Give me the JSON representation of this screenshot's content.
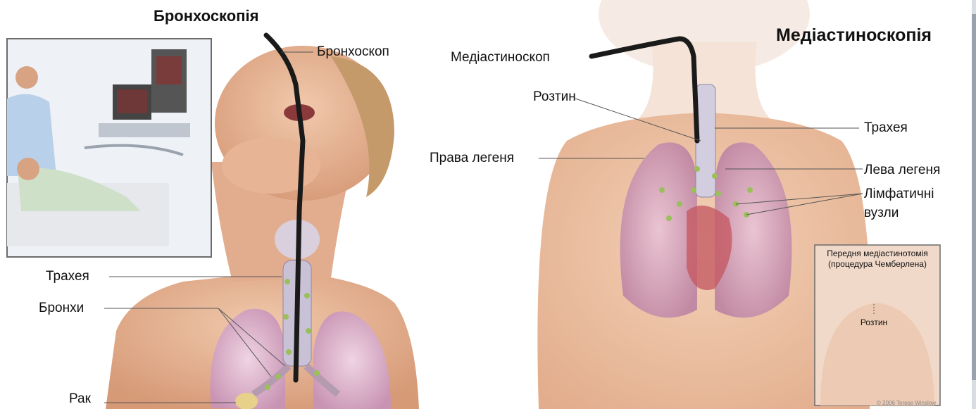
{
  "left_panel": {
    "title": "Бронхоскопія",
    "labels": {
      "bronchoscope": "Бронхоскоп",
      "trachea": "Трахея",
      "bronchi": "Бронхи",
      "cancer": "Рак"
    }
  },
  "right_panel": {
    "title": "Медіастиноскопія",
    "labels": {
      "mediastinoscope": "Медіастиноскоп",
      "incision": "Розтин",
      "trachea": "Трахея",
      "right_lung": "Права легеня",
      "left_lung": "Лева легеня",
      "lymph_nodes_line1": "Лімфатичні",
      "lymph_nodes_line2": "вузли"
    },
    "inset": {
      "title_line1": "Передня медіастинотомія",
      "title_line2": "(процедура Чемберлена)",
      "incision": "Розтин"
    },
    "copyright": "© 2006 Terese Winslow"
  },
  "colors": {
    "skin": "#e9b99a",
    "lung": "#d9a7c4",
    "lymph_node": "#9bbf5a",
    "scope": "#1a1a1a",
    "leader_line": "#555555"
  }
}
